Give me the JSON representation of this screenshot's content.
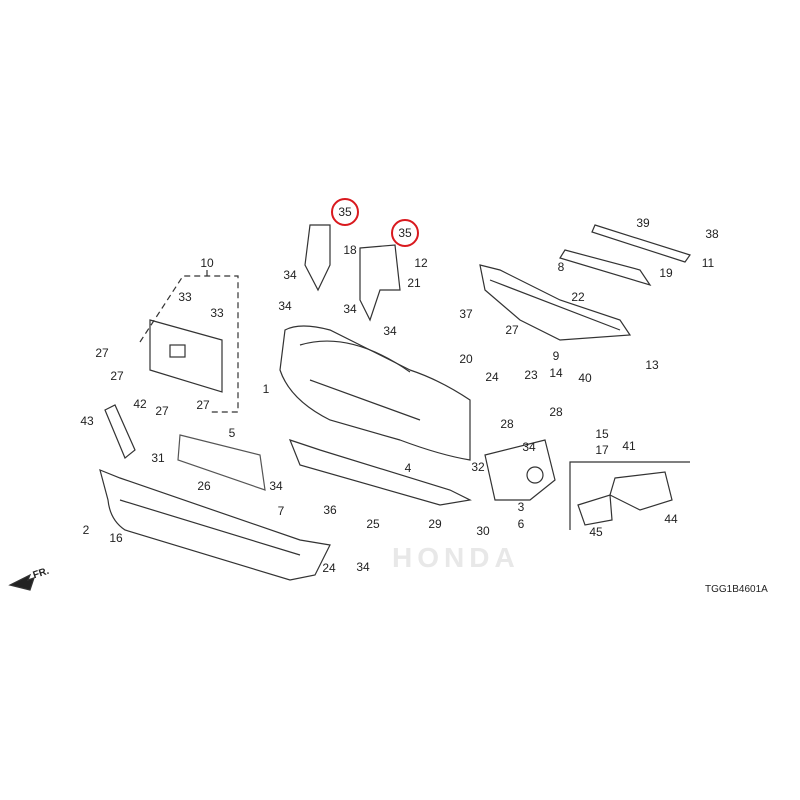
{
  "diagram": {
    "code": "TGG1B4601A",
    "direction_label": "FR.",
    "watermark": "HONDA",
    "highlight_color": "#d9191e",
    "callouts": [
      {
        "label": "35",
        "highlighted": true
      },
      {
        "label": "35",
        "highlighted": true
      },
      {
        "label": "18"
      },
      {
        "label": "34"
      },
      {
        "label": "34"
      },
      {
        "label": "34"
      },
      {
        "label": "34"
      },
      {
        "label": "21"
      },
      {
        "label": "12"
      },
      {
        "label": "10"
      },
      {
        "label": "33"
      },
      {
        "label": "33"
      },
      {
        "label": "27"
      },
      {
        "label": "27"
      },
      {
        "label": "1"
      },
      {
        "label": "43"
      },
      {
        "label": "42"
      },
      {
        "label": "27"
      },
      {
        "label": "27"
      },
      {
        "label": "5"
      },
      {
        "label": "8"
      },
      {
        "label": "22"
      },
      {
        "label": "19"
      },
      {
        "label": "11"
      },
      {
        "label": "39"
      },
      {
        "label": "38"
      },
      {
        "label": "37"
      },
      {
        "label": "27"
      },
      {
        "label": "20"
      },
      {
        "label": "23"
      },
      {
        "label": "9"
      },
      {
        "label": "14"
      },
      {
        "label": "13"
      },
      {
        "label": "40"
      },
      {
        "label": "24"
      },
      {
        "label": "28"
      },
      {
        "label": "28"
      },
      {
        "label": "15"
      },
      {
        "label": "17"
      },
      {
        "label": "41"
      },
      {
        "label": "34"
      },
      {
        "label": "32"
      },
      {
        "label": "3"
      },
      {
        "label": "6"
      },
      {
        "label": "31"
      },
      {
        "label": "26"
      },
      {
        "label": "4"
      },
      {
        "label": "34"
      },
      {
        "label": "2"
      },
      {
        "label": "16"
      },
      {
        "label": "7"
      },
      {
        "label": "36"
      },
      {
        "label": "25"
      },
      {
        "label": "29"
      },
      {
        "label": "30"
      },
      {
        "label": "24"
      },
      {
        "label": "34"
      },
      {
        "label": "45"
      },
      {
        "label": "44"
      }
    ]
  }
}
